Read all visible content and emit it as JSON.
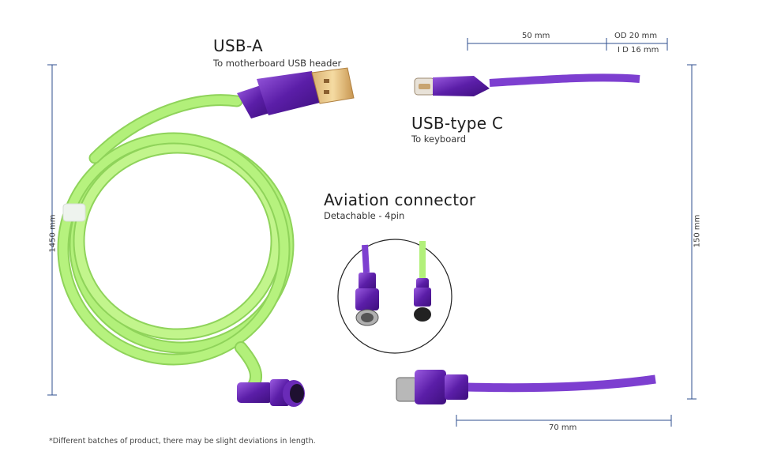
{
  "labels": {
    "usb_a_title": "USB-A",
    "usb_a_sub": "To motherboard USB header",
    "usb_c_title": "USB-type C",
    "usb_c_sub": "To keyboard",
    "aviation_title": "Aviation connector",
    "aviation_sub": "Detachable - 4pin"
  },
  "dimensions": {
    "left_length": "1450 mm",
    "top_length": "50 mm",
    "outer_diameter": "OD 20 mm",
    "inner_diameter": "I D 16 mm",
    "coil_length": "150 mm",
    "bottom_length": "70 mm"
  },
  "footnote": "*Different batches of product, there may be slight deviations in length.",
  "colors": {
    "green_cable": "#b2f07a",
    "green_shadow": "#8fd35a",
    "purple_cable": "#7d3fd0",
    "purple_dark": "#5a1f9e",
    "metal_purple": "#6a2bb8",
    "dimension_line": "#2f4f8f"
  }
}
